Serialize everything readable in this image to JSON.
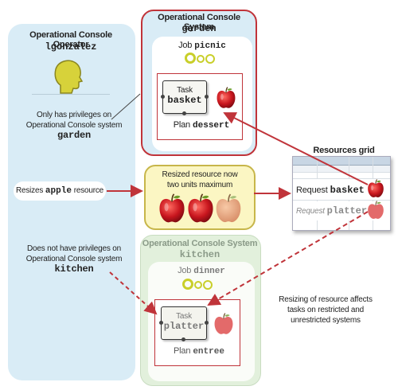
{
  "operator": {
    "title": "Operational Console Operator",
    "user": "lgonzalez",
    "note_privileges": [
      "Only has privileges on",
      "Operational Console system",
      "garden"
    ],
    "note_resize": [
      "Resizes",
      "apple",
      "resource"
    ],
    "note_no_privileges": [
      "Does not have privileges on",
      "Operational Console system",
      "kitchen"
    ]
  },
  "garden": {
    "title": "Operational Console System",
    "name": "garden",
    "job_label": "Job",
    "job_name": "picnic",
    "task_label": "Task",
    "task_name": "basket",
    "plan_label": "Plan",
    "plan_name": "dessert"
  },
  "kitchen": {
    "title": "Operational Console System",
    "name": "kitchen",
    "job_label": "Job",
    "job_name": "dinner",
    "task_label": "Task",
    "task_name": "platter",
    "plan_label": "Plan",
    "plan_name": "entree"
  },
  "resized": {
    "line1": "Resized resource now",
    "line2": "two units maximum"
  },
  "grid": {
    "title": "Resources grid",
    "row1_label": "Request",
    "row1_value": "basket",
    "row2_label": "Request",
    "row2_value": "platter"
  },
  "footnote": [
    "Resizing of resource affects",
    "tasks on restricted and",
    "unrestricted systems"
  ],
  "colors": {
    "red": "#c0343a",
    "apple": "#c8161e",
    "operator_panel": "#d9ecf6",
    "kitchen_panel": "#e2f0dc",
    "resized_panel": "#fbf6c3"
  }
}
